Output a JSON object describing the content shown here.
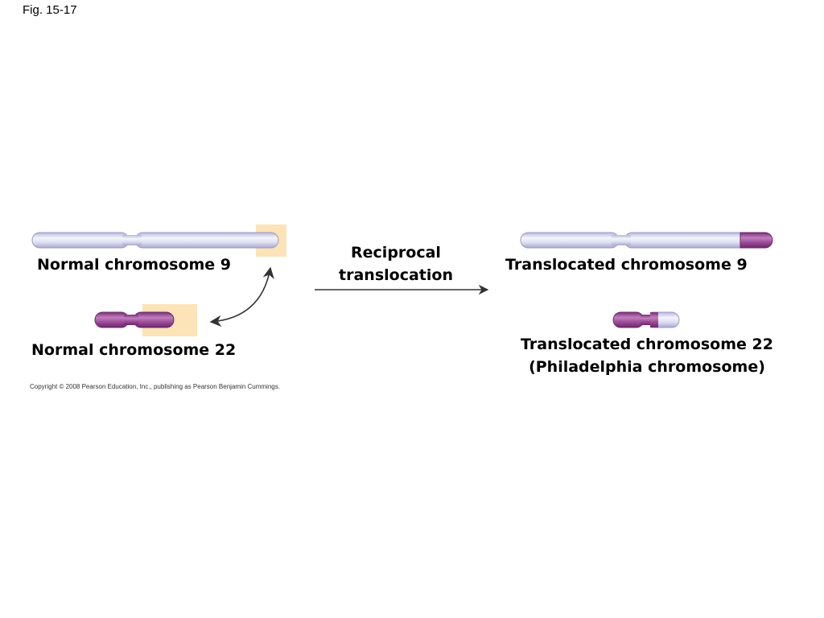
{
  "figure_label": "Fig. 15-17",
  "labels": {
    "normal_chr9": "Normal chromosome 9",
    "normal_chr22": "Normal chromosome 22",
    "reciprocal_line1": "Reciprocal",
    "reciprocal_line2": "translocation",
    "translocated_chr9": "Translocated chromosome 9",
    "translocated_chr22_line1": "Translocated chromosome 22",
    "translocated_chr22_line2": "(Philadelphia chromosome)"
  },
  "copyright": "Copyright © 2008 Pearson Education, Inc., publishing as Pearson Benjamin Cummings.",
  "colors": {
    "chromosome9": "#d8d8f0",
    "chromosome22": "#9a4f97",
    "highlight_box": "#fce3b8",
    "arrow": "#333333"
  }
}
